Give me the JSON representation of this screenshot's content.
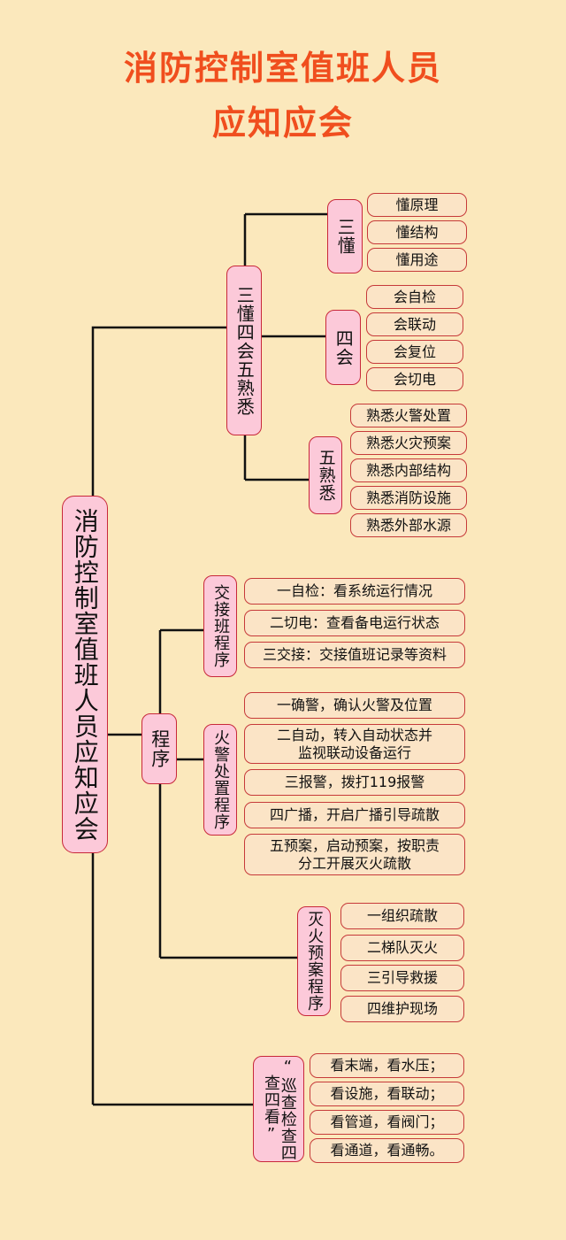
{
  "title": {
    "line1": "消防控制室值班人员",
    "line2": "应知应会"
  },
  "root": "消防控制室值班人员应知应会",
  "sections": {
    "s1": {
      "label": "三懂四会五熟悉",
      "san_dong": {
        "label": "三懂",
        "items": [
          "懂原理",
          "懂结构",
          "懂用途"
        ]
      },
      "si_hui": {
        "label": "四会",
        "items": [
          "会自检",
          "会联动",
          "会复位",
          "会切电"
        ]
      },
      "wu_shuxi": {
        "label": "五熟悉",
        "items": [
          "熟悉火警处置",
          "熟悉火灾预案",
          "熟悉内部结构",
          "熟悉消防设施",
          "熟悉外部水源"
        ]
      }
    },
    "s2": {
      "label": "程序",
      "jiaojie": {
        "label": "交接班程序",
        "items": [
          "一自检：看系统运行情况",
          "二切电：查看备电运行状态",
          "三交接：交接值班记录等资料"
        ]
      },
      "huojing": {
        "label": "火警处置程序",
        "items": [
          "一确警，确认火警及位置",
          "二自动，转入自动状态并\n监视联动设备运行",
          "三报警，拨打119报警",
          "四广播，开启广播引导疏散",
          "五预案，启动预案，按职责\n分工开展灭火疏散"
        ]
      },
      "miehuo": {
        "label": "灭火预案程序",
        "items": [
          "一组织疏散",
          "二梯队灭火",
          "三引导救援",
          "四维护现场"
        ]
      }
    },
    "s3": {
      "label": "“巡查检查四查四看”",
      "items": [
        "看末端，看水压；",
        "看设施，看联动；",
        "看管道，看阀门；",
        "看通道，看通畅。"
      ]
    }
  }
}
